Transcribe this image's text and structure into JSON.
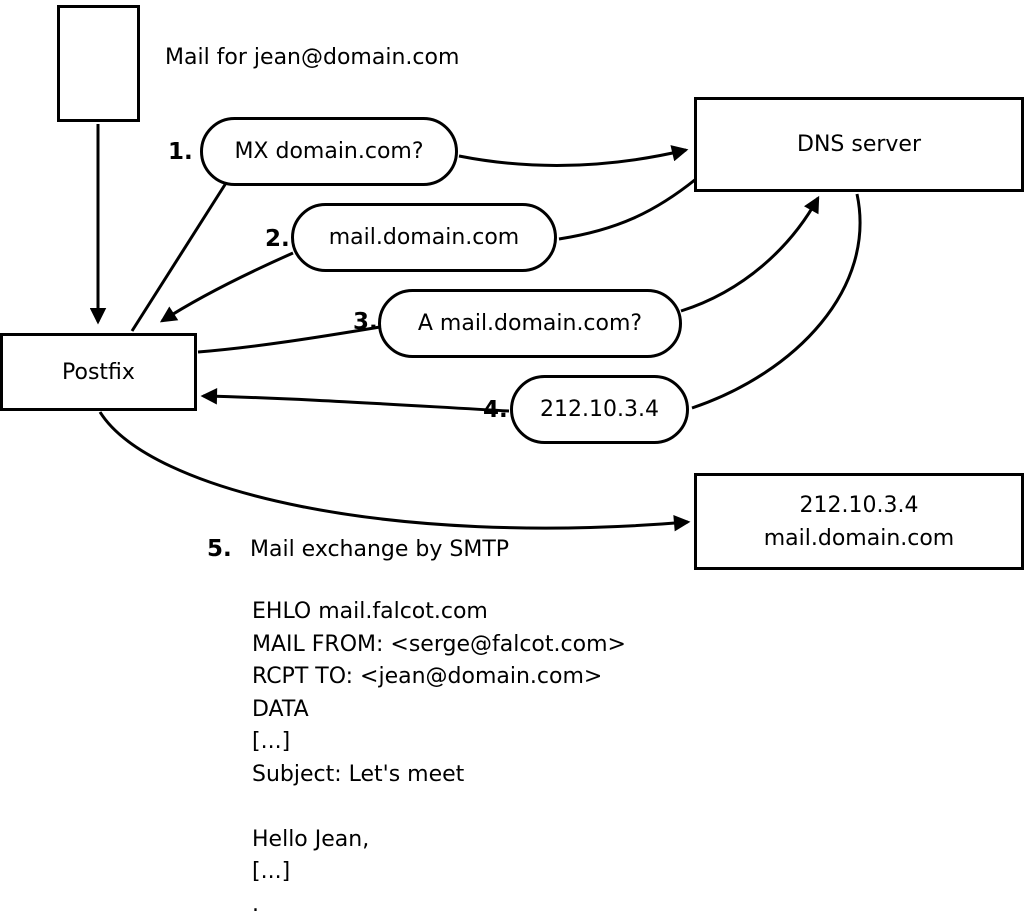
{
  "mail_source": {
    "label": "Mail for jean@domain.com"
  },
  "nodes": {
    "postfix": "Postfix",
    "dns_server": "DNS server",
    "mail_server": {
      "line1": "212.10.3.4",
      "line2": "mail.domain.com"
    }
  },
  "steps": [
    {
      "num": "1.",
      "label": "MX domain.com?"
    },
    {
      "num": "2.",
      "label": "mail.domain.com"
    },
    {
      "num": "3.",
      "label": "A mail.domain.com?"
    },
    {
      "num": "4.",
      "label": "212.10.3.4"
    },
    {
      "num": "5.",
      "label": "Mail exchange by SMTP"
    }
  ],
  "smtp_session": {
    "lines": [
      "EHLO mail.falcot.com",
      "MAIL FROM: <serge@falcot.com>",
      "RCPT TO: <jean@domain.com>",
      "DATA",
      "[...]",
      "Subject: Let's meet",
      "",
      "Hello Jean,",
      "[...]",
      "."
    ]
  },
  "colors": {
    "stroke": "#000000",
    "background": "#ffffff"
  }
}
